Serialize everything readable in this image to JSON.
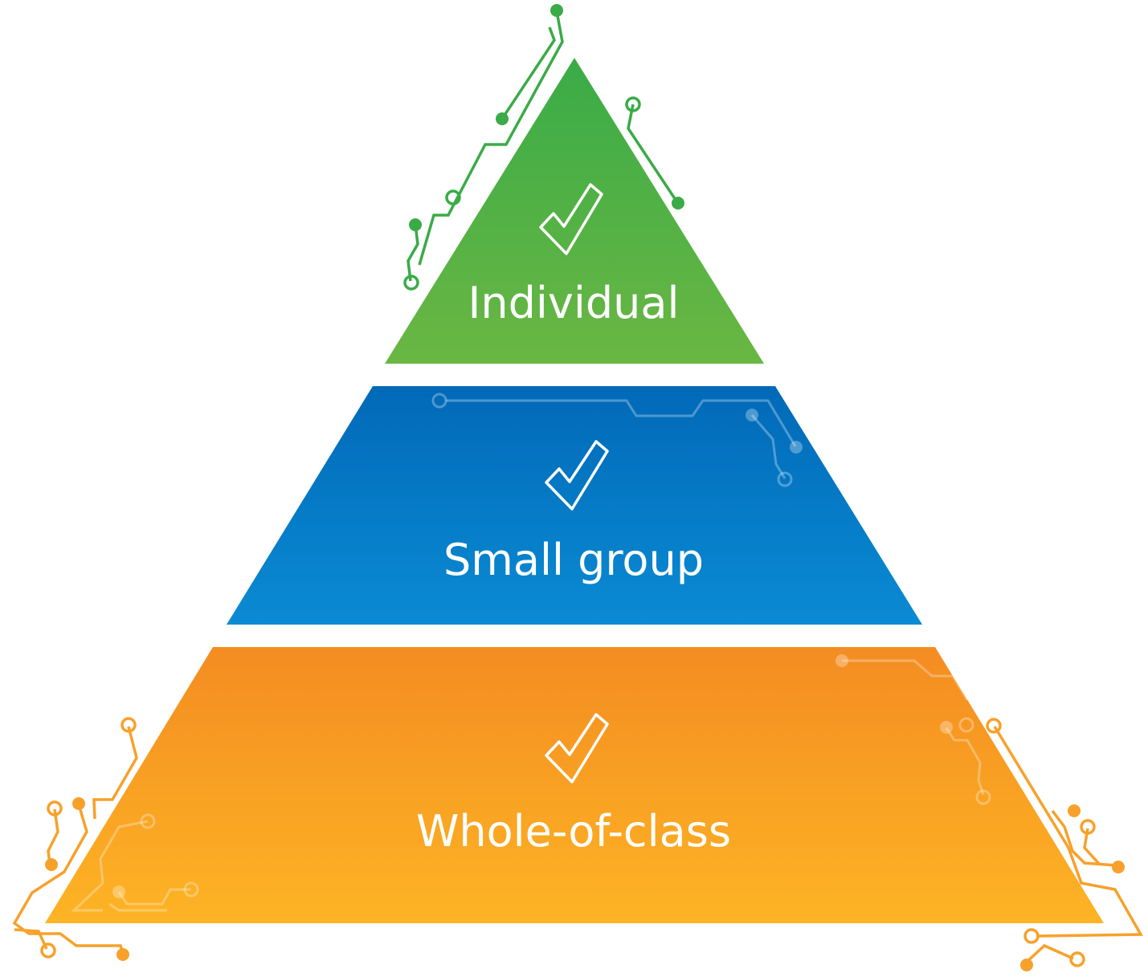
{
  "tiers": [
    {
      "id": "individual",
      "label": "Individual",
      "color_top": "#3aab47",
      "color_bottom": "#6ab743"
    },
    {
      "id": "small-group",
      "label": "Small group",
      "color_top": "#0169b8",
      "color_bottom": "#0a8bd3"
    },
    {
      "id": "whole-of-class",
      "label": "Whole-of-class",
      "color_top": "#f48c22",
      "color_bottom": "#fdb424"
    }
  ],
  "colors": {
    "green_circuit": "#3aab47",
    "orange_circuit": "#f7a12b",
    "background": "#ffffff"
  }
}
